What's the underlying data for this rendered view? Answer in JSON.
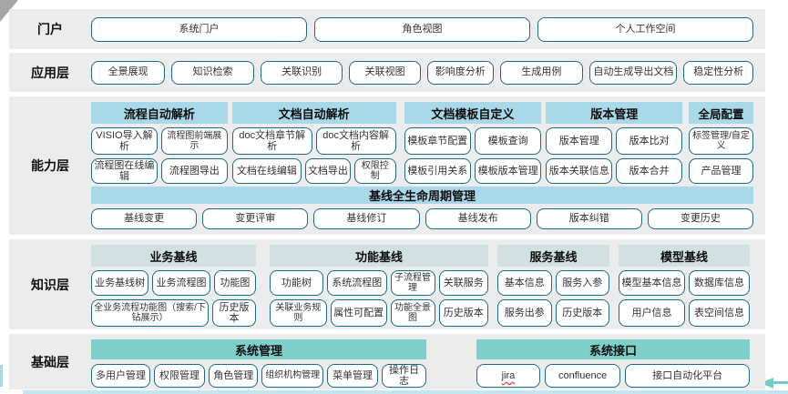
{
  "portal": {
    "label": "门户",
    "buttons": [
      "系统门户",
      "角色视图",
      "个人工作空间"
    ]
  },
  "app": {
    "label": "应用层",
    "buttons": [
      "全景展现",
      "知识检索",
      "关联识别",
      "关联视图",
      "影响度分析",
      "生成用例",
      "自动生成导出文档",
      "稳定性分析"
    ]
  },
  "cap": {
    "label": "能力层",
    "groups": [
      {
        "title": "流程自动解析",
        "rows": [
          [
            "VISIO导入解析",
            "流程图前端展示"
          ],
          [
            "流程图在线编辑",
            "流程图导出"
          ]
        ]
      },
      {
        "title": "文档自动解析",
        "rows": [
          [
            "doc文档章节解析",
            "doc文档内容解析"
          ],
          [
            "文档在线编辑",
            "文档导出",
            "权限控制"
          ]
        ]
      },
      {
        "title": "文档模板自定义",
        "rows": [
          [
            "模板章节配置",
            "模板查询"
          ],
          [
            "模板引用关系",
            "模板版本管理"
          ]
        ]
      },
      {
        "title": "版本管理",
        "rows": [
          [
            "版本管理",
            "版本比对"
          ],
          [
            "版本关联信息",
            "版本合并"
          ]
        ]
      },
      {
        "title": "全局配置",
        "rows": [
          [
            "标签管理/自定义"
          ],
          [
            "产品管理"
          ]
        ]
      }
    ],
    "baseline": {
      "title": "基线全生命周期管理",
      "buttons": [
        "基线变更",
        "变更评审",
        "基线修订",
        "基线发布",
        "版本纠错",
        "变更历史"
      ]
    }
  },
  "know": {
    "label": "知识层",
    "groups": [
      {
        "title": "业务基线",
        "rows": [
          [
            "业务基线树",
            "业务流程图",
            "功能图"
          ],
          [
            "全业务流程功能图（搜索/下钻展示）",
            "历史版本"
          ]
        ]
      },
      {
        "title": "功能基线",
        "rows": [
          [
            "功能树",
            "系统流程图",
            "子流程管理",
            "关联服务"
          ],
          [
            "关联业务规则",
            "属性可配置",
            "功能全景图",
            "历史版本"
          ]
        ]
      },
      {
        "title": "服务基线",
        "rows": [
          [
            "基本信息",
            "服务入参"
          ],
          [
            "服务出参",
            "历史版本"
          ]
        ]
      },
      {
        "title": "模型基线",
        "rows": [
          [
            "模型基本信息",
            "数据库信息"
          ],
          [
            "用户信息",
            "表空间信息"
          ]
        ]
      }
    ]
  },
  "base": {
    "label": "基础层",
    "groups": [
      {
        "title": "系统管理",
        "buttons": [
          "多用户管理",
          "权限管理",
          "角色管理",
          "组织机构管理",
          "菜单管理",
          "操作日志"
        ]
      },
      {
        "title": "系统接口",
        "buttons": [
          "jira",
          "confluence",
          "接口自动化平台"
        ]
      }
    ]
  },
  "colors": {
    "header_light_blue": "#a9d8e9",
    "header_pale_teal": "#d2e0e2",
    "header_teal": "#7fd0ca",
    "button_border": "#1f6a86",
    "row_background": "#ececec",
    "bottom_accent": "#c2e5f0",
    "arrow_teal": "#74cac4",
    "misspell_underline": "#e03a2f"
  }
}
